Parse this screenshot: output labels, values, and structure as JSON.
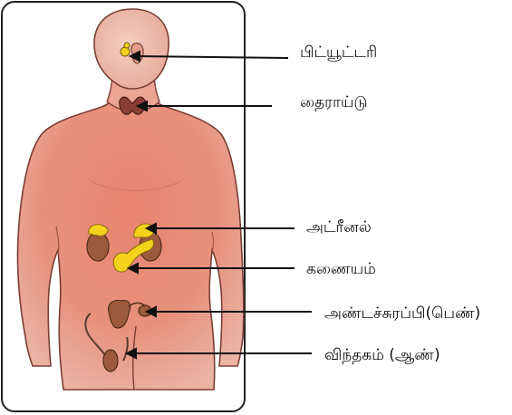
{
  "labels": {
    "pituitary": "பிட்யூட்டரி",
    "thyroid": "தைராய்டு",
    "adrenal": "அட்ரீனல்",
    "pancreas": "கணையம்",
    "ovary": "அண்டச்சுரப்பி(பெண்)",
    "testis": "விந்தகம் (ஆண்)"
  },
  "colors": {
    "skin": "#e98f7a",
    "outline": "#3a2a26",
    "gland_yellow": "#f3d21c",
    "gland_brown": "#9c5a3c",
    "thyroid": "#8a3e34",
    "border": "#222222"
  }
}
